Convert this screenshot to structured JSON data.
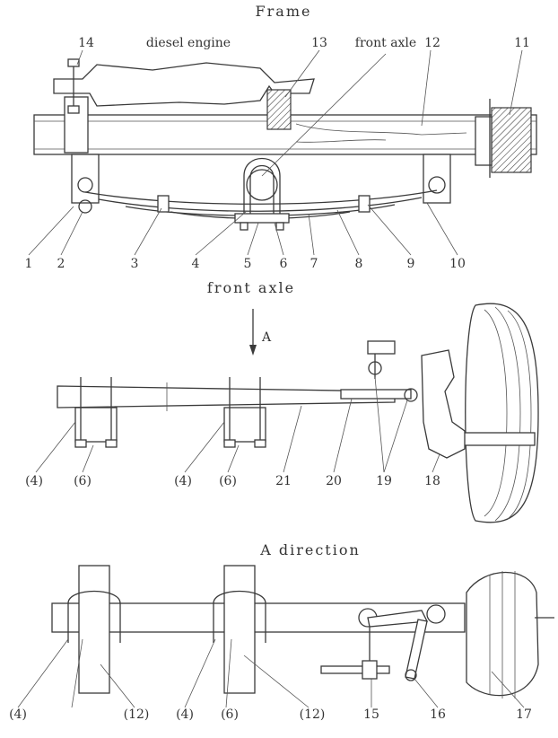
{
  "titles": {
    "top": "Frame",
    "middle": "front axle",
    "bottom": "A direction"
  },
  "top_view": {
    "engine_label": "diesel engine",
    "axle_label": "front axle",
    "callouts": [
      "1",
      "2",
      "3",
      "4",
      "5",
      "6",
      "7",
      "8",
      "9",
      "10",
      "11",
      "12",
      "13",
      "14"
    ]
  },
  "middle_view": {
    "arrow_label": "A",
    "callouts": [
      "(4)",
      "(6)",
      "(4)",
      "(6)",
      "21",
      "20",
      "19",
      "18"
    ]
  },
  "bottom_view": {
    "callouts": [
      "(4)",
      "(12)",
      "(4)",
      "(6)",
      "(12)",
      "15",
      "16",
      "17"
    ]
  }
}
